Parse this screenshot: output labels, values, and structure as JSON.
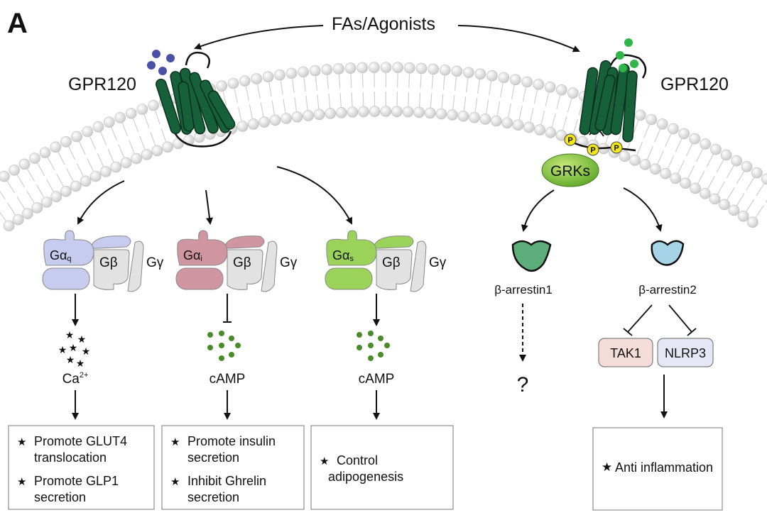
{
  "panel_label": "A",
  "ligand_label": "FAs/Agonists",
  "receptor_left": "GPR120",
  "receptor_right": "GPR120",
  "kinase": "GRKs",
  "phospho": "P",
  "g_proteins": [
    {
      "alpha": "Gα",
      "sub": "q",
      "beta": "Gβ",
      "gamma": "Gγ",
      "color": "#c7cbee"
    },
    {
      "alpha": "Gα",
      "sub": "i",
      "beta": "Gβ",
      "gamma": "Gγ",
      "color": "#cf95a0"
    },
    {
      "alpha": "Gα",
      "sub": "s",
      "beta": "Gβ",
      "gamma": "Gγ",
      "color": "#9bd35a"
    }
  ],
  "messengers": [
    {
      "label": "Ca",
      "sup": "2+"
    },
    {
      "label": "cAMP"
    },
    {
      "label": "cAMP"
    }
  ],
  "outcomes": [
    {
      "lines": [
        [
          "Promote GLUT4",
          "translocation"
        ],
        [
          "Promote GLP1",
          "secretion"
        ]
      ]
    },
    {
      "lines": [
        [
          "Promote insulin",
          "secretion"
        ],
        [
          "Inhibit Ghrelin",
          "secretion"
        ]
      ]
    },
    {
      "lines": [
        [
          "Control",
          "adipogenesis"
        ]
      ]
    }
  ],
  "arrestin1": {
    "label": "β-arrestin1",
    "color": "#5dae7a",
    "unknown": "?"
  },
  "arrestin2": {
    "label": "β-arrestin2",
    "color": "#a6d3e6"
  },
  "targets": [
    {
      "label": "TAK1",
      "color": "#f4dcd8"
    },
    {
      "label": "NLRP3",
      "color": "#e6e7f4"
    }
  ],
  "final_outcome": "Anti inflammation",
  "colors": {
    "receptor": "#17613a",
    "ligand_left": "#4b4fa5",
    "ligand_right": "#2fb548",
    "bullet_star": "#39a3dc",
    "calcium_star": "#4b4fa5",
    "camp_dot": "#4b8a2b",
    "phospho": "#f3e81c"
  }
}
